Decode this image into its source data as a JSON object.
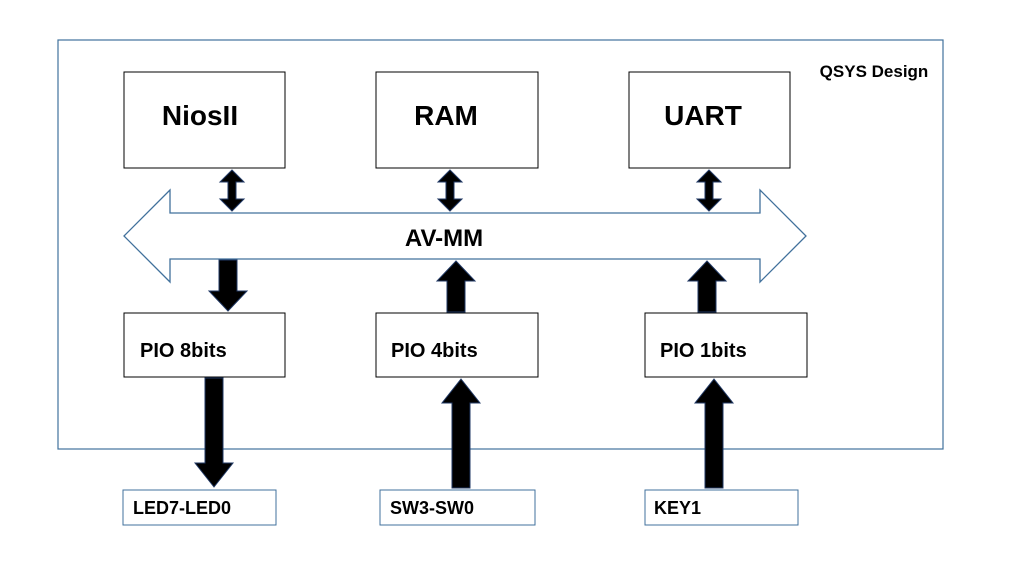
{
  "diagram": {
    "container_label": "QSYS Design",
    "bus_label": "AV-MM",
    "blocks": {
      "nios": "NiosII",
      "ram": "RAM",
      "uart": "UART",
      "pio8": "PIO 8bits",
      "pio4": "PIO 4bits",
      "pio1": "PIO 1bits"
    },
    "ports": {
      "led": "LED7-LED0",
      "sw": "SW3-SW0",
      "key": "KEY1"
    }
  },
  "colors": {
    "container_border": "#41719C",
    "bus_outline": "#41719C",
    "port_border": "#41719C",
    "block_border": "#000000",
    "arrow_fill": "#000000",
    "arrow_outline": "#203864"
  }
}
